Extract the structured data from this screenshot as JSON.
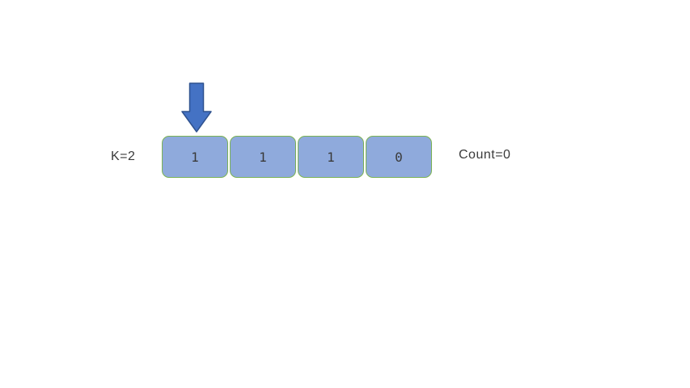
{
  "diagram": {
    "k_label": "K=2",
    "count_label": "Count=0",
    "cells": [
      "1",
      "1",
      "1",
      "0"
    ],
    "pointer": {
      "icon": "down-arrow",
      "points_to_cell_index": 0
    },
    "colors": {
      "background": "#ffffff",
      "cell_fill": "#8faadc",
      "cell_border": "#7cb354",
      "arrow_fill": "#4472c4",
      "arrow_border": "#2f528f",
      "text": "#3a3a3a"
    }
  }
}
